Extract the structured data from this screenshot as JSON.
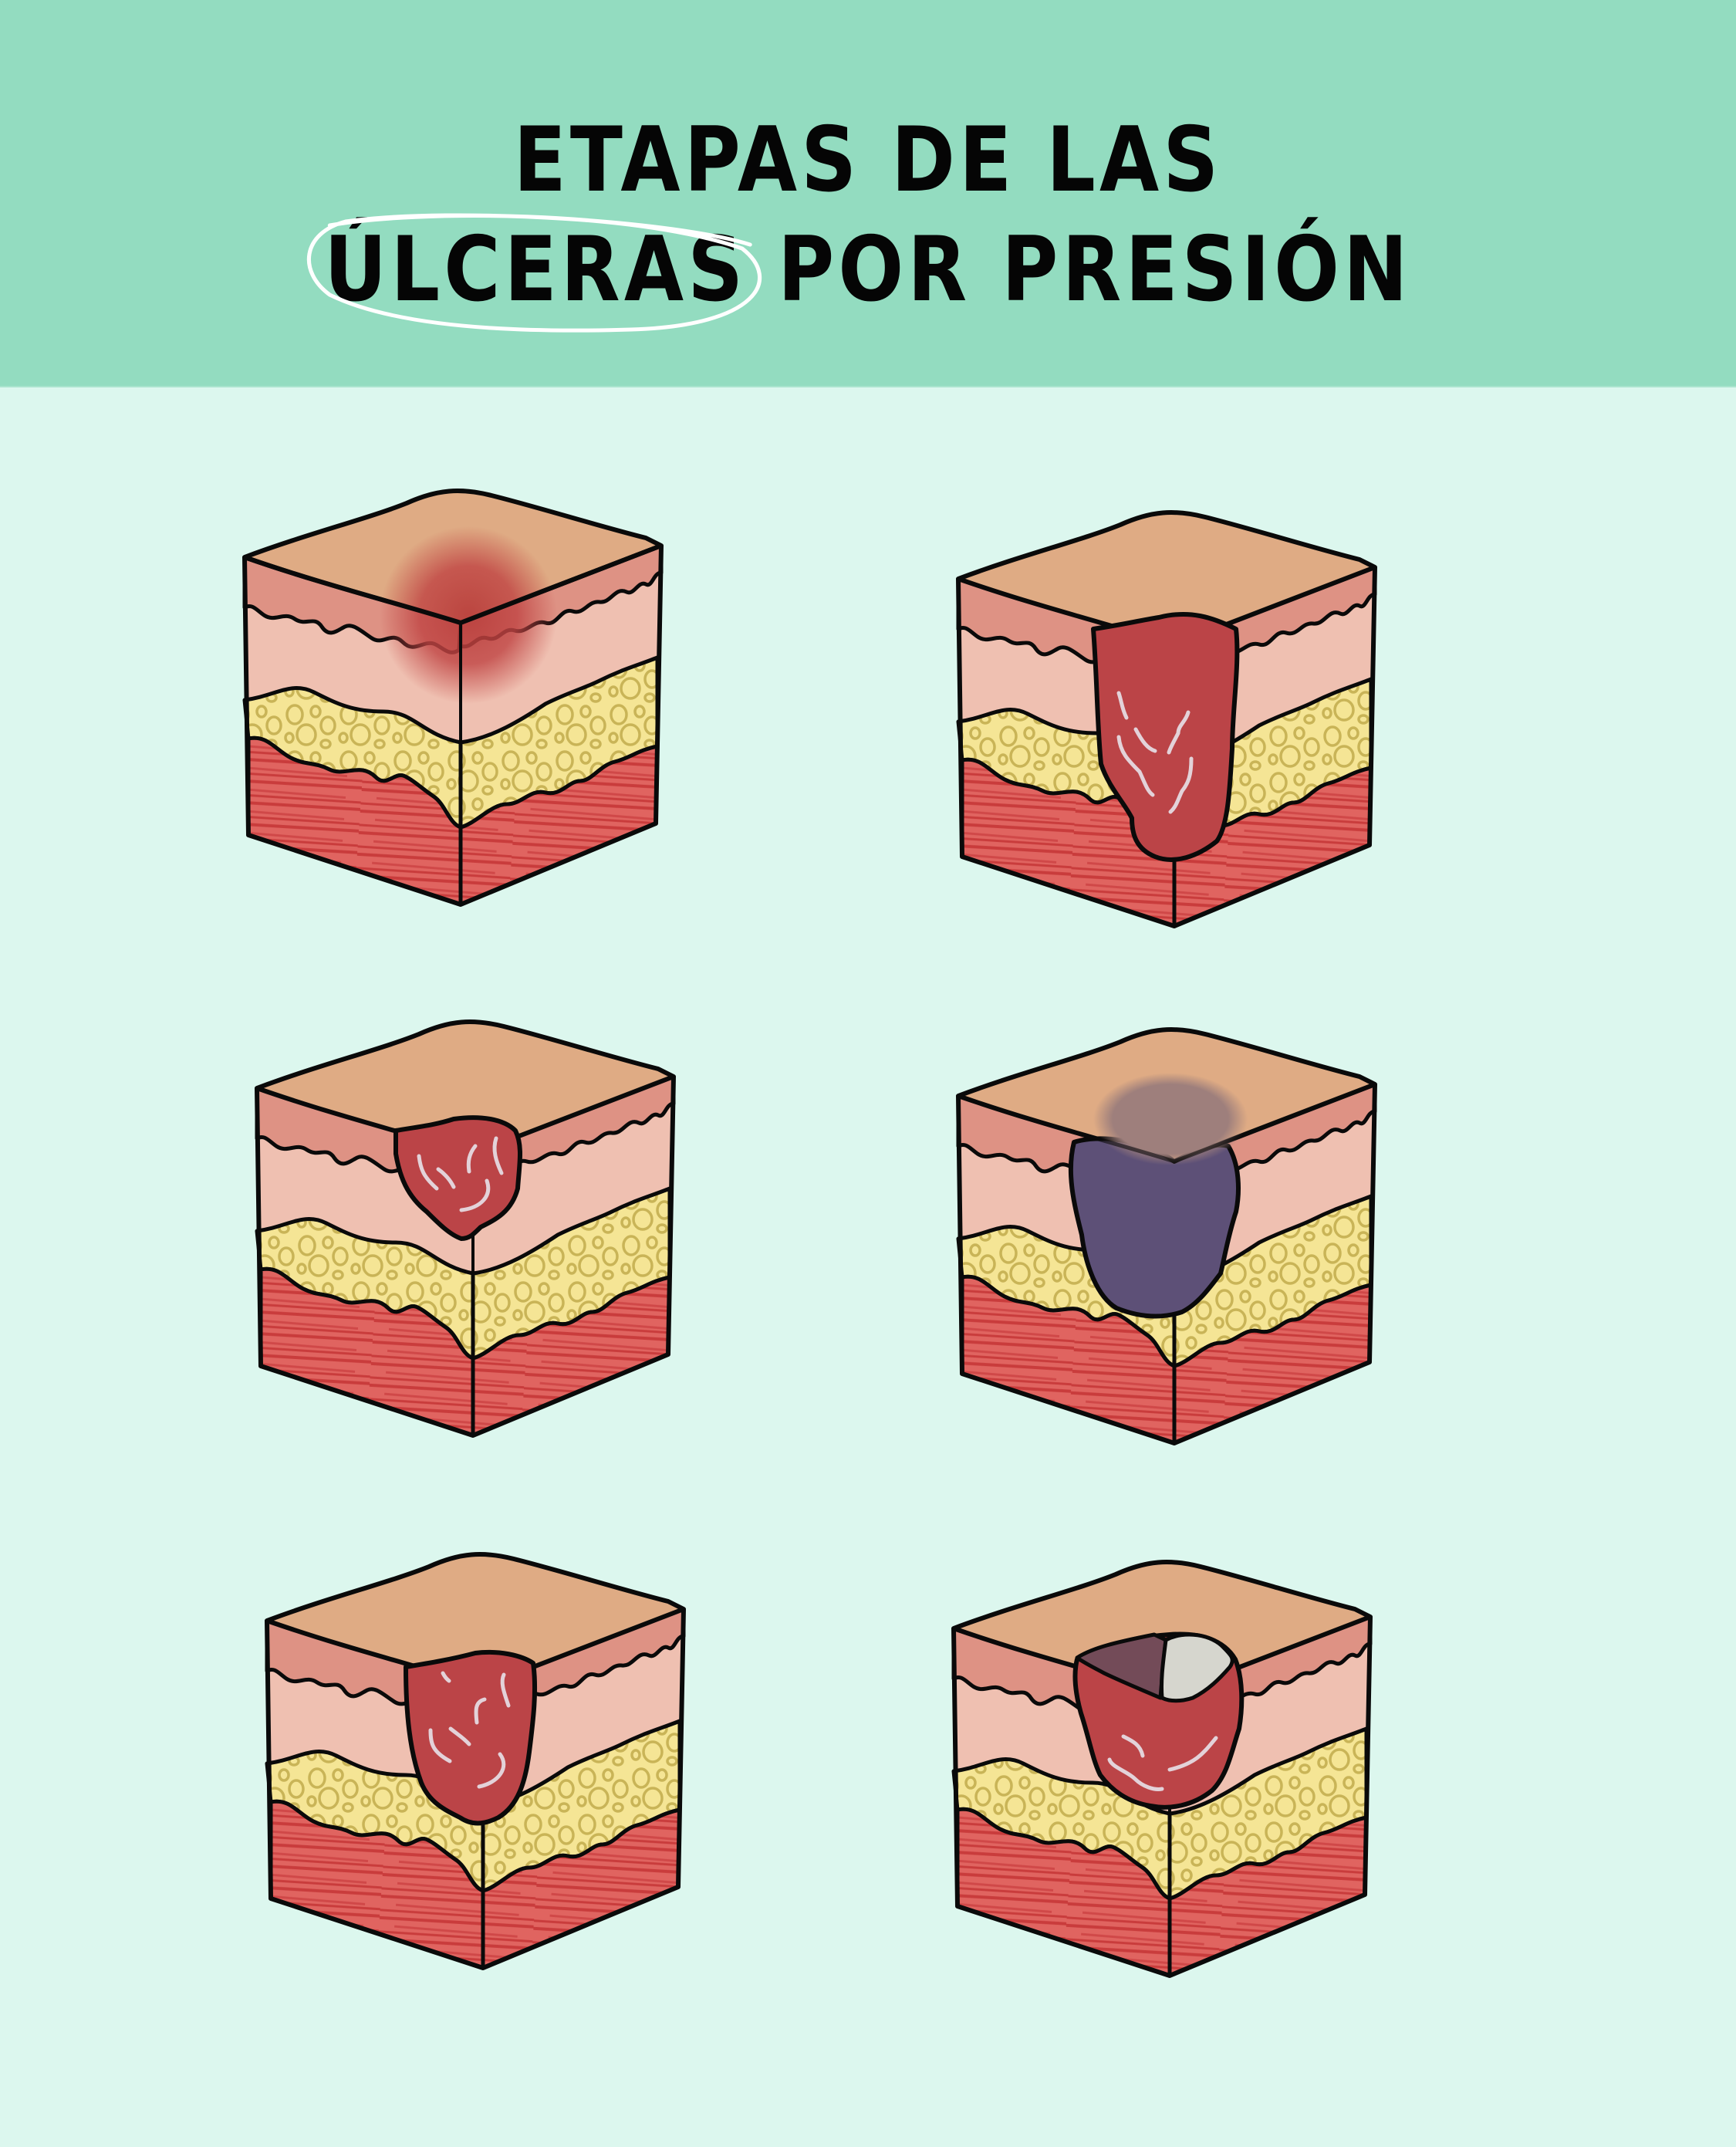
{
  "header": {
    "title_line1": "ETAPAS DE LAS",
    "title_line2_circled": "ÚLCERAS",
    "title_line2_rest": " POR PRESIÓN",
    "background_color": "#93dcc0",
    "circle_stroke_color": "#ffffff"
  },
  "page": {
    "background_color": "#dcf7ee"
  },
  "palette": {
    "skin_top": "#dfab84",
    "epidermis": "#de9284",
    "dermis": "#efc0b1",
    "fat": "#f5e595",
    "fat_cells": "#c9b457",
    "muscle": "#e06460",
    "muscle_stripes": "#c93c3c",
    "wound": "#bb4447",
    "wound_highlight": "#e3d2d9",
    "deep_tissue": "#5d5077",
    "deep_tissue_bruise": "#9e7f7c",
    "eschar": "#734b58",
    "slough": "#d6d6ce",
    "erythema": "#b73a38",
    "outline": "#0a0a0a"
  },
  "stages": [
    {
      "id": "stage-1-erythema",
      "position": "row1-left",
      "lesion": "erythema"
    },
    {
      "id": "stage-3-full-thickness",
      "position": "row1-right",
      "lesion": "deep-wound"
    },
    {
      "id": "stage-2-partial-thickness",
      "position": "row2-left",
      "lesion": "shallow-wound"
    },
    {
      "id": "deep-tissue-injury",
      "position": "row2-right",
      "lesion": "deep-tissue"
    },
    {
      "id": "stage-3-wound",
      "position": "row3-left",
      "lesion": "medium-wound"
    },
    {
      "id": "unstageable",
      "position": "row3-right",
      "lesion": "eschar-slough"
    }
  ]
}
